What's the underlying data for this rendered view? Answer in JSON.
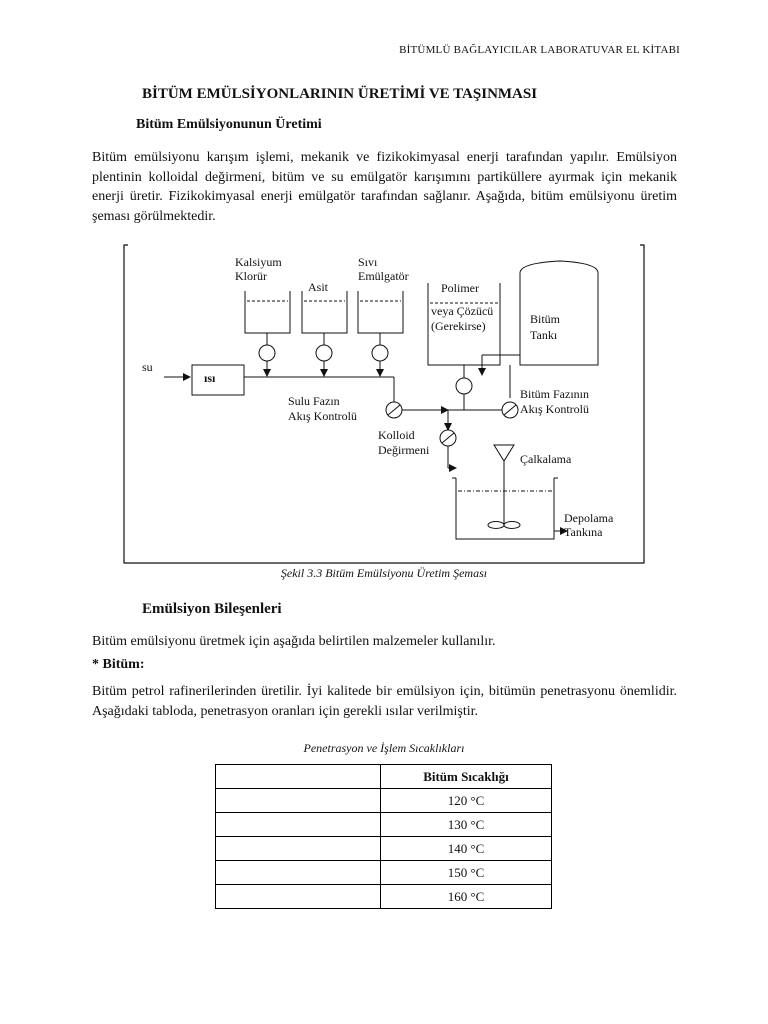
{
  "header": {
    "running_title": "BİTÜMLÜ BAĞLAYICILAR LABORATUVAR  EL KİTABI"
  },
  "title": "BİTÜM EMÜLSİYONLARININ ÜRETİMİ VE TAŞINMASI",
  "subtitle": "Bitüm Emülsiyonunun Üretimi",
  "paragraph1": "Bitüm emülsiyonu karışım işlemi, mekanik ve fizikokimyasal enerji tarafından yapılır. Emülsiyon plentinin kolloidal değirmeni, bitüm ve su emülgatör karışımını partiküllere ayırmak için mekanik enerji üretir. Fizikokimyasal enerji emülgatör tarafından sağlanır. Aşağıda, bitüm emülsiyonu üretim şeması görülmektedir.",
  "diagram": {
    "kalsiyum_l1": "Kalsiyum",
    "kalsiyum_l2": "Klorür",
    "asit": "Asit",
    "sivi_l1": "Sıvı",
    "sivi_l2": "Emülgatör",
    "polimer_l1": "Polimer",
    "polimer_l2": "veya Çözücü",
    "polimer_l3": "(Gerekirse)",
    "bitum_tank_l1": "Bitüm",
    "bitum_tank_l2": "Tankı",
    "su": "su",
    "isi": "ısı",
    "sulu_l1": "Sulu Fazın",
    "sulu_l2": "Akış Kontrolü",
    "bitum_akis_l1": "Bitüm Fazının",
    "bitum_akis_l2": "Akış Kontrolü",
    "kolloid_l1": "Kolloid",
    "kolloid_l2": "Değirmeni",
    "calkalama": "Çalkalama",
    "depolama_l1": "Depolama",
    "depolama_l2": "Tankına"
  },
  "figure_caption": "Şekil 3.3 Bitüm Emülsiyonu Üretim Şeması",
  "section_heading": "Emülsiyon Bileşenleri",
  "intro_text": "Bitüm emülsiyonu üretmek için aşağıda belirtilen malzemeler kullanılır.",
  "bitum_heading": "* Bitüm:",
  "paragraph3": "Bitüm petrol rafinerilerinden üretilir. İyi kalitede bir emülsiyon için, bitümün penetrasyonu önemlidir. Aşağıdaki tabloda, penetrasyon oranları için gerekli ısılar verilmiştir.",
  "table": {
    "caption": "Penetrasyon ve İşlem Sıcaklıkları",
    "header_col1": "",
    "header_col2": "Bitüm Sıcaklığı",
    "rows": [
      {
        "c1": "",
        "c2": "120 °C"
      },
      {
        "c1": "",
        "c2": "130 °C"
      },
      {
        "c1": "",
        "c2": "140 °C"
      },
      {
        "c1": "",
        "c2": "150 °C"
      },
      {
        "c1": "",
        "c2": "160 °C"
      }
    ]
  }
}
